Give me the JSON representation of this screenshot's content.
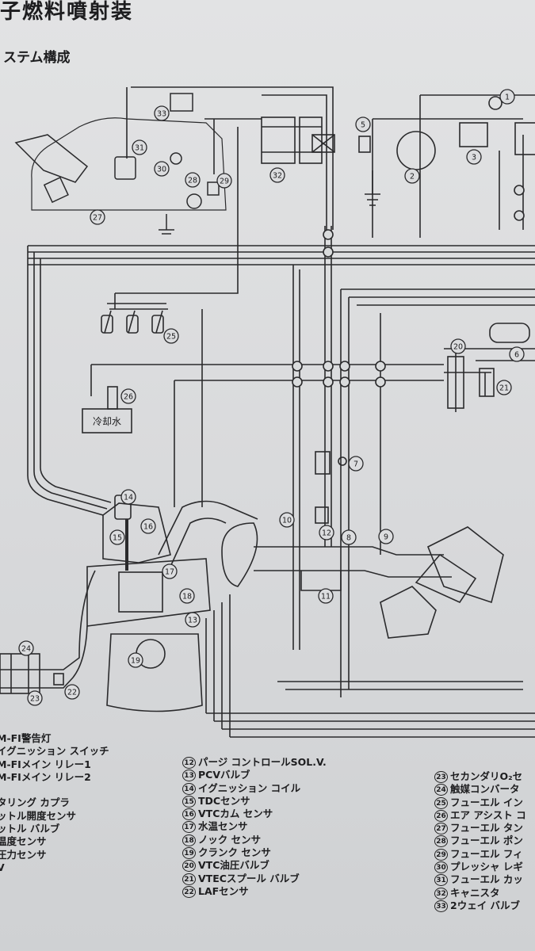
{
  "header": {
    "title": "子燃料噴射装",
    "subtitle": "ステム構成"
  },
  "diagram": {
    "coolant_label": "冷却水",
    "callouts": [
      "1",
      "2",
      "3",
      "5",
      "6",
      "7",
      "8",
      "9",
      "10",
      "11",
      "12",
      "13",
      "14",
      "15",
      "16",
      "17",
      "18",
      "19",
      "20",
      "21",
      "22",
      "23",
      "24",
      "25",
      "26",
      "27",
      "28",
      "29",
      "30",
      "31",
      "32",
      "33"
    ]
  },
  "legend_left": [
    "M-FI警告灯",
    "イグニッション スイッチ",
    "M-FIメイン リレー1",
    "M-FIメイン リレー2",
    "",
    "タリング カプラ",
    "ットル開度センサ",
    "ットル バルブ",
    "温度センサ",
    "圧力センサ",
    "V"
  ],
  "legend_mid": [
    {
      "num": "12",
      "text": "パージ コントロールSOL.V."
    },
    {
      "num": "13",
      "text": "PCVバルブ"
    },
    {
      "num": "14",
      "text": "イグニッション コイル"
    },
    {
      "num": "15",
      "text": "TDCセンサ"
    },
    {
      "num": "16",
      "text": "VTCカム センサ"
    },
    {
      "num": "17",
      "text": "水温センサ"
    },
    {
      "num": "18",
      "text": "ノック センサ"
    },
    {
      "num": "19",
      "text": "クランク センサ"
    },
    {
      "num": "20",
      "text": "VTC油圧バルブ"
    },
    {
      "num": "21",
      "text": "VTECスプール バルブ"
    },
    {
      "num": "22",
      "text": "LAFセンサ"
    }
  ],
  "legend_right": [
    {
      "num": "23",
      "text": "セカンダリO₂セ"
    },
    {
      "num": "24",
      "text": "触媒コンバータ"
    },
    {
      "num": "25",
      "text": "フューエル イン"
    },
    {
      "num": "26",
      "text": "エア アシスト コ"
    },
    {
      "num": "27",
      "text": "フューエル タン"
    },
    {
      "num": "28",
      "text": "フューエル ポン"
    },
    {
      "num": "29",
      "text": "フューエル フィ"
    },
    {
      "num": "30",
      "text": "プレッシャ レギ"
    },
    {
      "num": "31",
      "text": "フューエル カッ"
    },
    {
      "num": "32",
      "text": "キャニスタ"
    },
    {
      "num": "33",
      "text": "2ウェイ バルブ"
    }
  ],
  "colors": {
    "ink": "#1d1d1f",
    "paper": "#dcdddf",
    "pipe": "#2a2a2c"
  }
}
